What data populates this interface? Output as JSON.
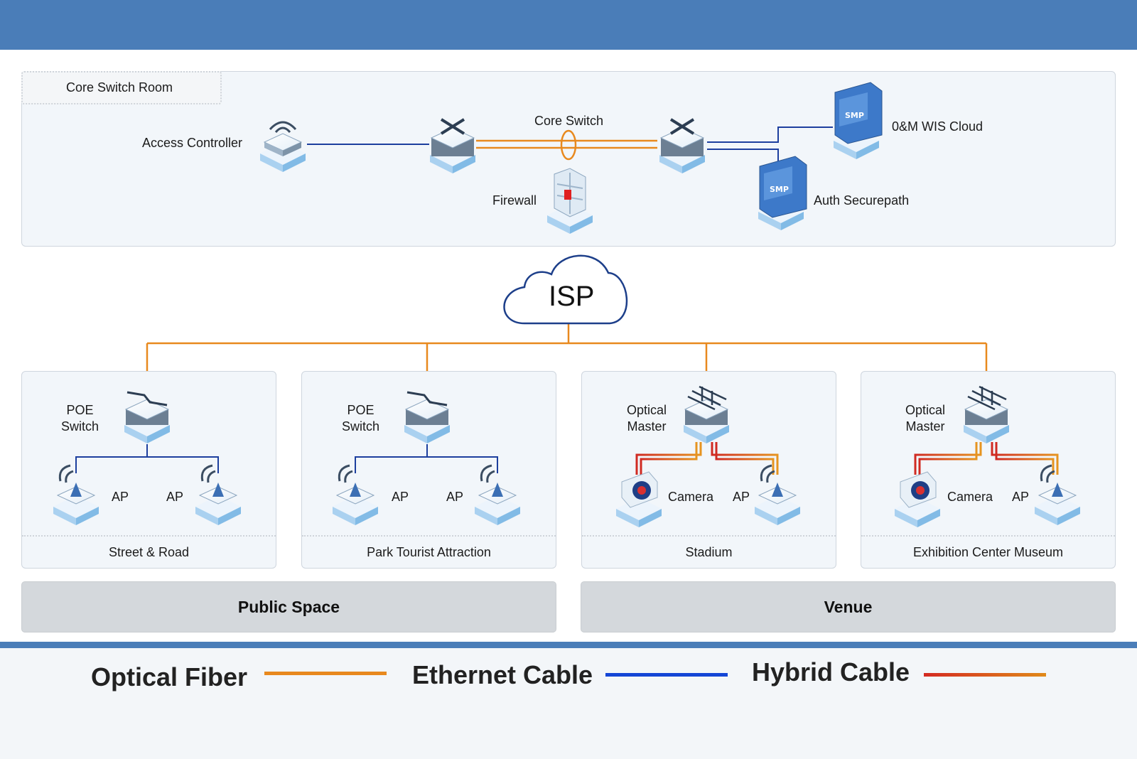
{
  "core_room": {
    "title": "Core Switch Room",
    "access_controller": "Access Controller",
    "core_switch": "Core Switch",
    "firewall": "Firewall",
    "cloud": "0&M WIS Cloud",
    "auth": "Auth Securepath",
    "cloud_badge": "SMP",
    "auth_badge": "SMP"
  },
  "isp": {
    "label": "ISP"
  },
  "panels": [
    {
      "device": "POE\nSwitch",
      "left": "AP",
      "right": "AP",
      "name": "Street & Road"
    },
    {
      "device": "POE\nSwitch",
      "left": "AP",
      "right": "AP",
      "name": "Park Tourist Attraction"
    },
    {
      "device": "Optical\nMaster",
      "left": "Camera",
      "right": "AP",
      "name": "Stadium"
    },
    {
      "device": "Optical\nMaster",
      "left": "Camera",
      "right": "AP",
      "name": "Exhibition Center Museum"
    }
  ],
  "groups": {
    "public": "Public Space",
    "venue": "Venue"
  },
  "legend": {
    "fiber": "Optical Fiber",
    "ethernet": "Ethernet Cable",
    "hybrid": "Hybrid Cable"
  },
  "colors": {
    "header": "#4a7db8",
    "fiber": "#e8891e",
    "ethernet": "#1d3f9e",
    "hybrid": "#cc2a22"
  }
}
